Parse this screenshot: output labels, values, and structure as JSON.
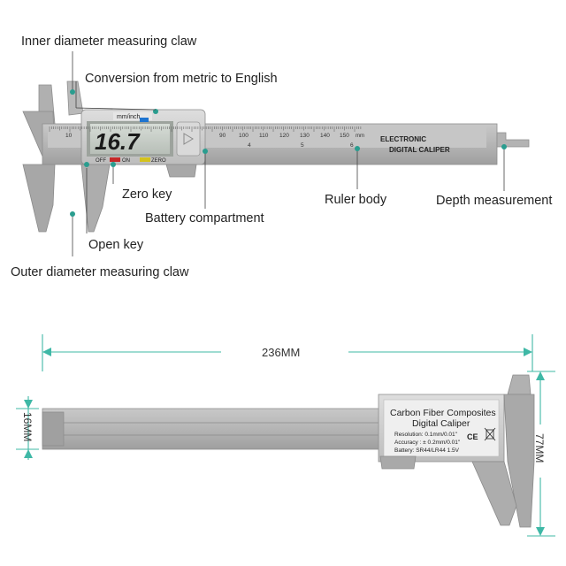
{
  "top_view": {
    "labels": {
      "inner_claw": "Inner diameter measuring claw",
      "conversion": "Conversion from metric to English",
      "zero_key": "Zero key",
      "battery": "Battery compartment",
      "ruler_body": "Ruler body",
      "depth": "Depth measurement",
      "open_key": "Open key",
      "outer_claw": "Outer diameter measuring claw"
    },
    "display": {
      "unit_button": "mm/inch",
      "reading": "16.7",
      "off_label": "OFF",
      "on_label": "ON",
      "zero_label": "ZERO"
    },
    "ruler": {
      "mm_ticks": [
        "10",
        "90",
        "100",
        "110",
        "120",
        "130",
        "140",
        "150"
      ],
      "inch_ticks": [
        "4",
        "5",
        "6"
      ],
      "unit": "mm",
      "brand_line1": "ELECTRONIC",
      "brand_line2": "DIGITAL CALIPER"
    }
  },
  "bottom_view": {
    "dimensions": {
      "length": "236MM",
      "body_height": "16MM",
      "total_height": "77MM"
    },
    "back_label": {
      "title_line1": "Carbon Fiber Composites",
      "title_line2": "Digital  Caliper",
      "resolution": "Resolution: 0.1mm/0.01\"",
      "accuracy": "Accuracy : ± 0.2mm/0.01\"",
      "battery": "Battery: SR44/LR44 1.5V",
      "ce_mark": "CE"
    }
  },
  "colors": {
    "caliper_gray": "#b3b3b3",
    "dimension_teal": "#3fb8a6",
    "lcd_bg": "#c9cfc9",
    "pointer_teal": "#2a9d8f"
  }
}
